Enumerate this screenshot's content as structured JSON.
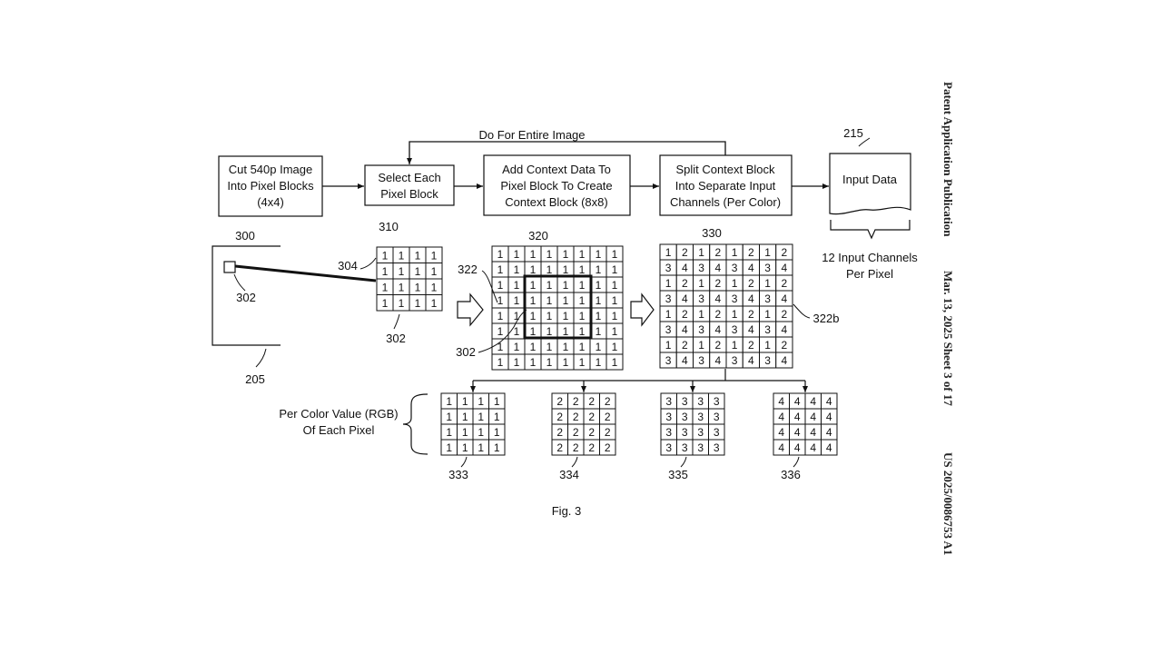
{
  "loop_label": "Do For Entire Image",
  "steps": [
    {
      "id": "cut",
      "lines": [
        "Cut 540p Image",
        "Into Pixel Blocks",
        "(4x4)"
      ],
      "ref": "300"
    },
    {
      "id": "select",
      "lines": [
        "Select Each",
        "Pixel Block"
      ],
      "ref": "310"
    },
    {
      "id": "context",
      "lines": [
        "Add Context Data To",
        "Pixel Block To Create",
        "Context Block (8x8)"
      ],
      "ref": "320"
    },
    {
      "id": "split",
      "lines": [
        "Split Context Block",
        "Into Separate Input",
        "Channels (Per Color)"
      ],
      "ref": "330"
    }
  ],
  "input_data": {
    "label": "Input Data",
    "ref": "215",
    "brace_label": [
      "12 Input Channels",
      "Per Pixel"
    ]
  },
  "image_refs": {
    "image": "205",
    "pixel": "302",
    "block_ref": "304",
    "block": "302",
    "context_ref": "322",
    "context_inner": "302",
    "split_ref": "322b"
  },
  "pixel_block": {
    "rows": 4,
    "cols": 4,
    "value": "1"
  },
  "context_block": {
    "rows": 8,
    "cols": 8,
    "value": "1"
  },
  "split_pattern": {
    "odd_row": [
      "1",
      "2"
    ],
    "even_row": [
      "3",
      "4"
    ]
  },
  "rgb_label": [
    "Per Color Value (RGB)",
    "Of Each Pixel"
  ],
  "channels": [
    {
      "value": "1",
      "ref": "333"
    },
    {
      "value": "2",
      "ref": "334"
    },
    {
      "value": "3",
      "ref": "335"
    },
    {
      "value": "4",
      "ref": "336"
    }
  ],
  "figure_caption": "Fig. 3",
  "header": {
    "publication": "Patent Application Publication",
    "date_sheet": "Mar. 13, 2025  Sheet 3 of 17",
    "number": "US 2025/0086753 A1"
  }
}
